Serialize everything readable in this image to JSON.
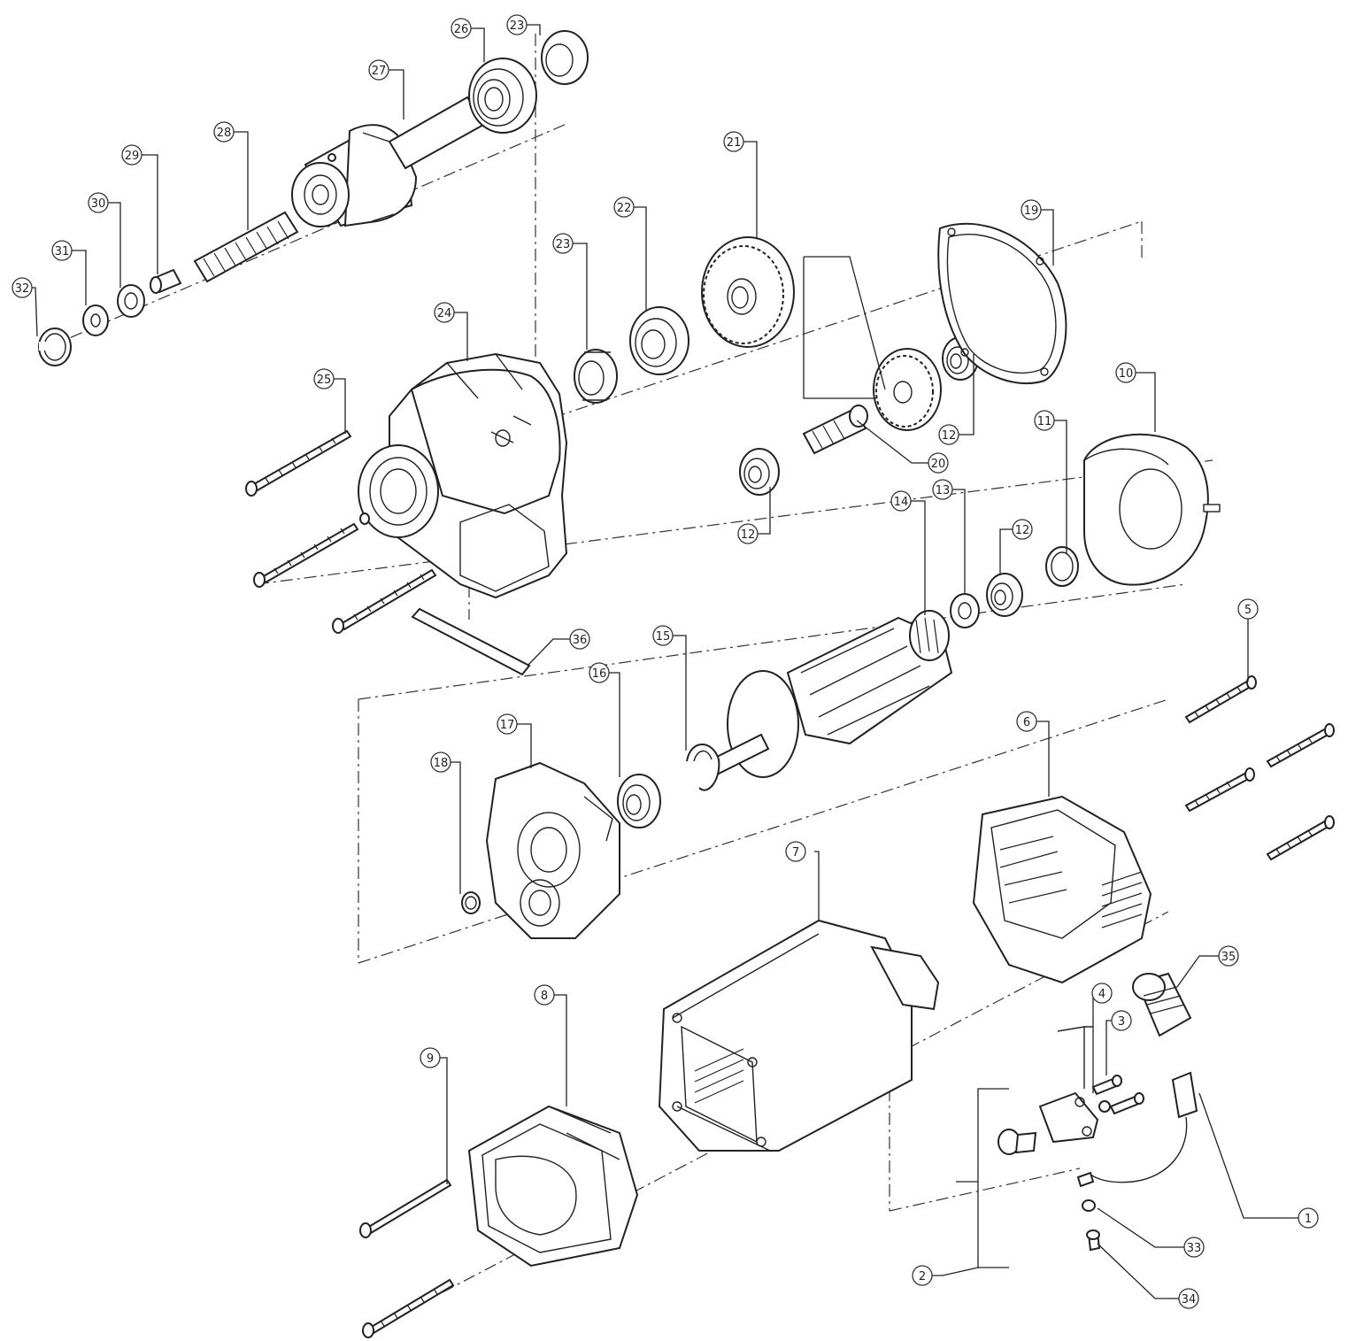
{
  "callouts": [
    {
      "id": "c1",
      "label": "1"
    },
    {
      "id": "c2",
      "label": "2"
    },
    {
      "id": "c3",
      "label": "3"
    },
    {
      "id": "c4",
      "label": "4"
    },
    {
      "id": "c5",
      "label": "5"
    },
    {
      "id": "c6",
      "label": "6"
    },
    {
      "id": "c7",
      "label": "7"
    },
    {
      "id": "c8",
      "label": "8"
    },
    {
      "id": "c9",
      "label": "9"
    },
    {
      "id": "c10",
      "label": "10"
    },
    {
      "id": "c11",
      "label": "11"
    },
    {
      "id": "c12a",
      "label": "12"
    },
    {
      "id": "c12b",
      "label": "12"
    },
    {
      "id": "c12c",
      "label": "12"
    },
    {
      "id": "c13",
      "label": "13"
    },
    {
      "id": "c14",
      "label": "14"
    },
    {
      "id": "c15",
      "label": "15"
    },
    {
      "id": "c16",
      "label": "16"
    },
    {
      "id": "c17",
      "label": "17"
    },
    {
      "id": "c18",
      "label": "18"
    },
    {
      "id": "c19",
      "label": "19"
    },
    {
      "id": "c20",
      "label": "20"
    },
    {
      "id": "c21",
      "label": "21"
    },
    {
      "id": "c22",
      "label": "22"
    },
    {
      "id": "c23a",
      "label": "23"
    },
    {
      "id": "c23b",
      "label": "23"
    },
    {
      "id": "c24",
      "label": "24"
    },
    {
      "id": "c25",
      "label": "25"
    },
    {
      "id": "c26",
      "label": "26"
    },
    {
      "id": "c27",
      "label": "27"
    },
    {
      "id": "c28",
      "label": "28"
    },
    {
      "id": "c29",
      "label": "29"
    },
    {
      "id": "c30",
      "label": "30"
    },
    {
      "id": "c31",
      "label": "31"
    },
    {
      "id": "c32",
      "label": "32"
    },
    {
      "id": "c33",
      "label": "33"
    },
    {
      "id": "c34",
      "label": "34"
    },
    {
      "id": "c35",
      "label": "35"
    },
    {
      "id": "c36",
      "label": "36"
    }
  ]
}
